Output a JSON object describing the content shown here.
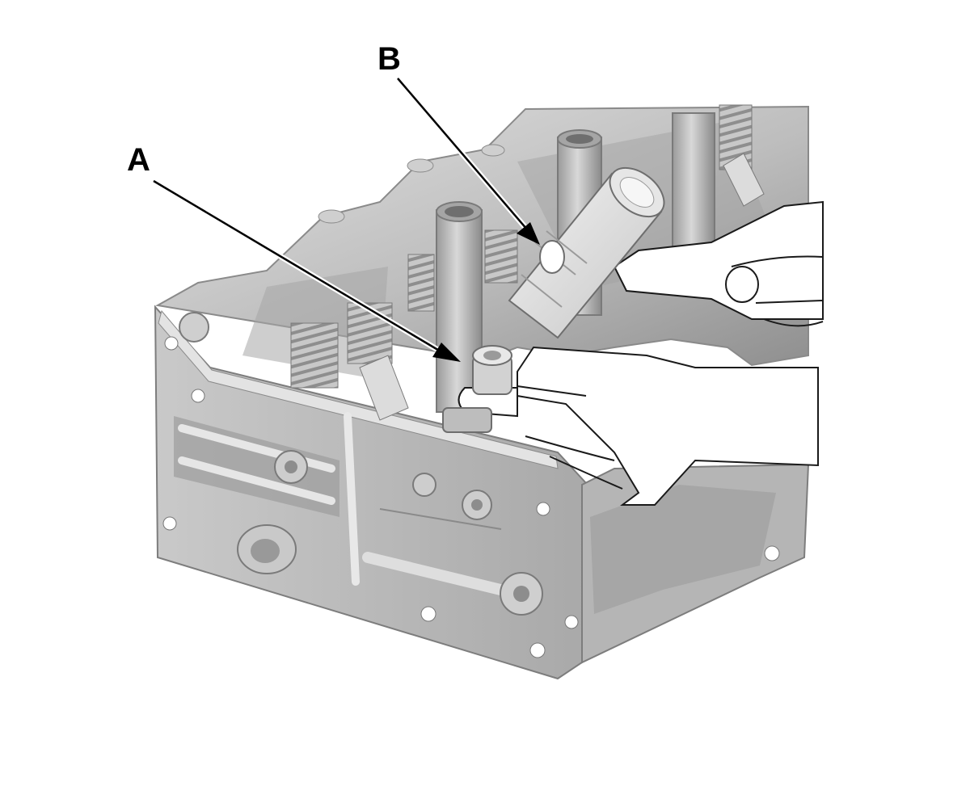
{
  "callouts": {
    "a": {
      "label": "A"
    },
    "b": {
      "label": "B"
    }
  },
  "colors": {
    "background": "#ffffff",
    "metal_light": "#d6d6d6",
    "metal_mid": "#b4b4b4",
    "metal_dark": "#8c8c8c",
    "line": "#000000"
  },
  "icons": [
    "cylinder-head",
    "valve-spring",
    "valve-stem-seal",
    "seal-installer-tool",
    "hand"
  ]
}
